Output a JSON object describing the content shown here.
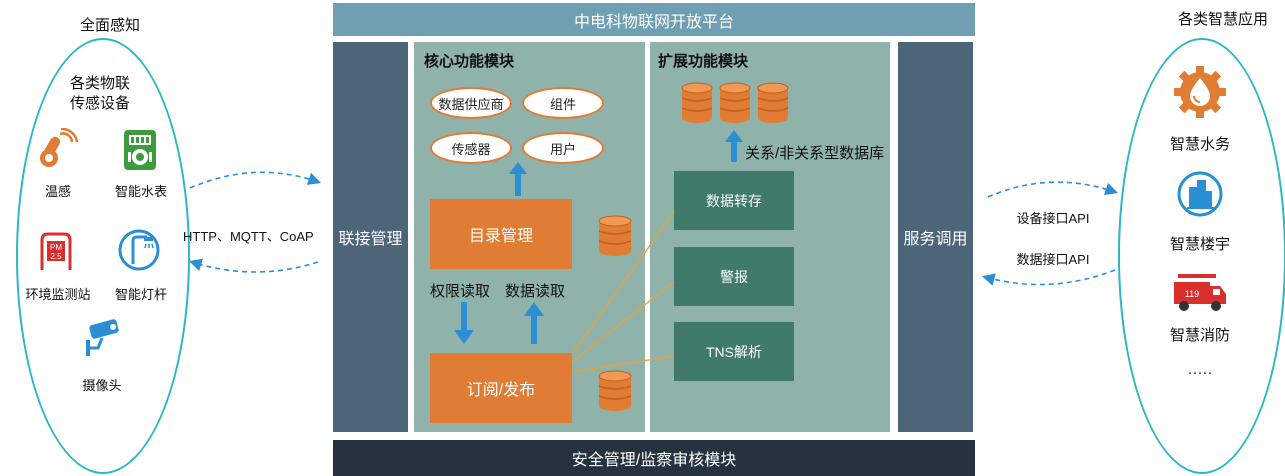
{
  "platform_title": "中电科物联网开放平台",
  "bottom_bar": "安全管理/监察审核模块",
  "left": {
    "heading": "全面感知",
    "group_title_line1": "各类物联",
    "group_title_line2": "传感设备",
    "devices": [
      "温感",
      "智能水表",
      "环境监测站",
      "智能灯杆",
      "摄像头"
    ],
    "pm_badge_line1": "PM",
    "pm_badge_line2": "2.5"
  },
  "protocol_label": "HTTP、MQTT、CoAP",
  "link_mgmt": "联接管理",
  "core": {
    "title": "核心功能模块",
    "ovals": [
      "数据供应商",
      "组件",
      "传感器",
      "用户"
    ],
    "catalog": "目录管理",
    "permission_read": "权限读取",
    "data_read": "数据读取",
    "pubsub": "订阅/发布"
  },
  "ext": {
    "title": "扩展功能模块",
    "db_label": "关系/非关系型数据库",
    "boxes": [
      "数据转存",
      "警报",
      "TNS解析"
    ]
  },
  "service_call": "服务调用",
  "right": {
    "heading": "各类智慧应用",
    "device_api": "设备接口API",
    "data_api": "数据接口API",
    "apps": [
      "智慧水务",
      "智慧楼宇",
      "智慧消防"
    ],
    "more": "·····",
    "truck_number": "119"
  },
  "colors": {
    "accent_orange": "#e07c33",
    "teal_panel": "#8fb2ab",
    "dark_slate": "#4c6579",
    "title_blue": "#6f9fb3",
    "bottom_dark": "#25333f",
    "ellipse_cyan": "#2ab7c6",
    "arrow_blue": "#2b8fd6",
    "green_box": "#3f7a6b"
  }
}
